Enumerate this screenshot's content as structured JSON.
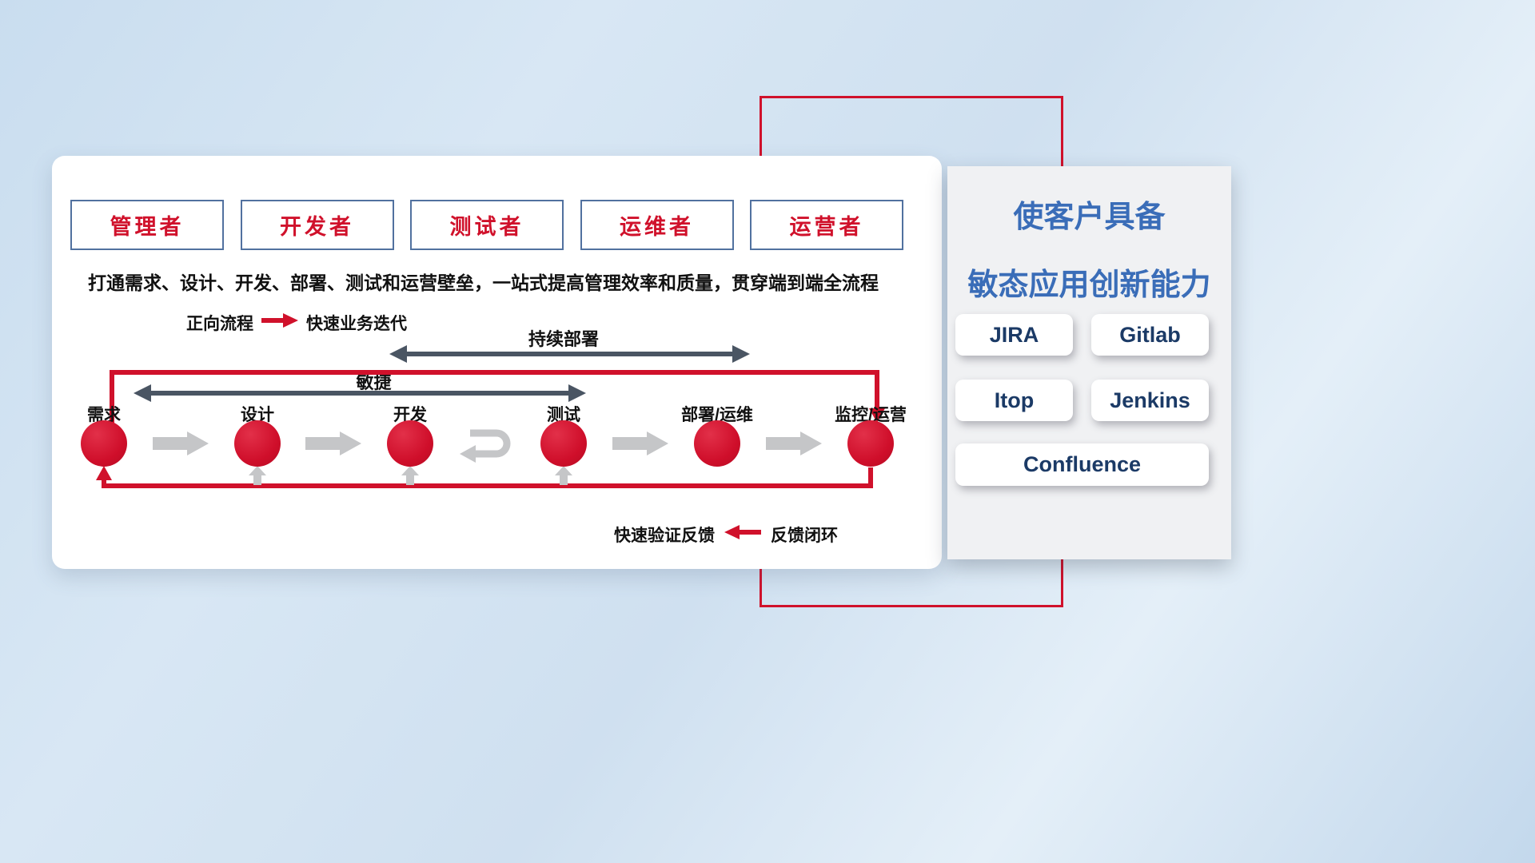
{
  "colors": {
    "accent_red": "#d0112b",
    "dark_arrow": "#4a5563",
    "light_arrow": "#c5c6c8",
    "panel_title_blue": "#3a6db8",
    "tool_text_navy": "#1b3a66",
    "role_border_blue": "#51719f"
  },
  "roles": [
    "管理者",
    "开发者",
    "测试者",
    "运维者",
    "运营者"
  ],
  "subtitle": "打通需求、设计、开发、部署、测试和运营壁垒，一站式提高管理效率和质量，贯穿端到端全流程",
  "legend_forward": {
    "label": "正向流程",
    "desc": "快速业务迭代"
  },
  "span_labels": {
    "continuous_deployment": "持续部署",
    "agile": "敏捷"
  },
  "nodes": [
    "需求",
    "设计",
    "开发",
    "测试",
    "部署/运维",
    "监控/运营"
  ],
  "legend_feedback": {
    "desc": "快速验证反馈",
    "label": "反馈闭环"
  },
  "panel": {
    "title_line1": "使客户具备",
    "title_line2": "敏态应用创新能力",
    "tools": [
      "JIRA",
      "Gitlab",
      "Itop",
      "Jenkins",
      "Confluence"
    ]
  }
}
